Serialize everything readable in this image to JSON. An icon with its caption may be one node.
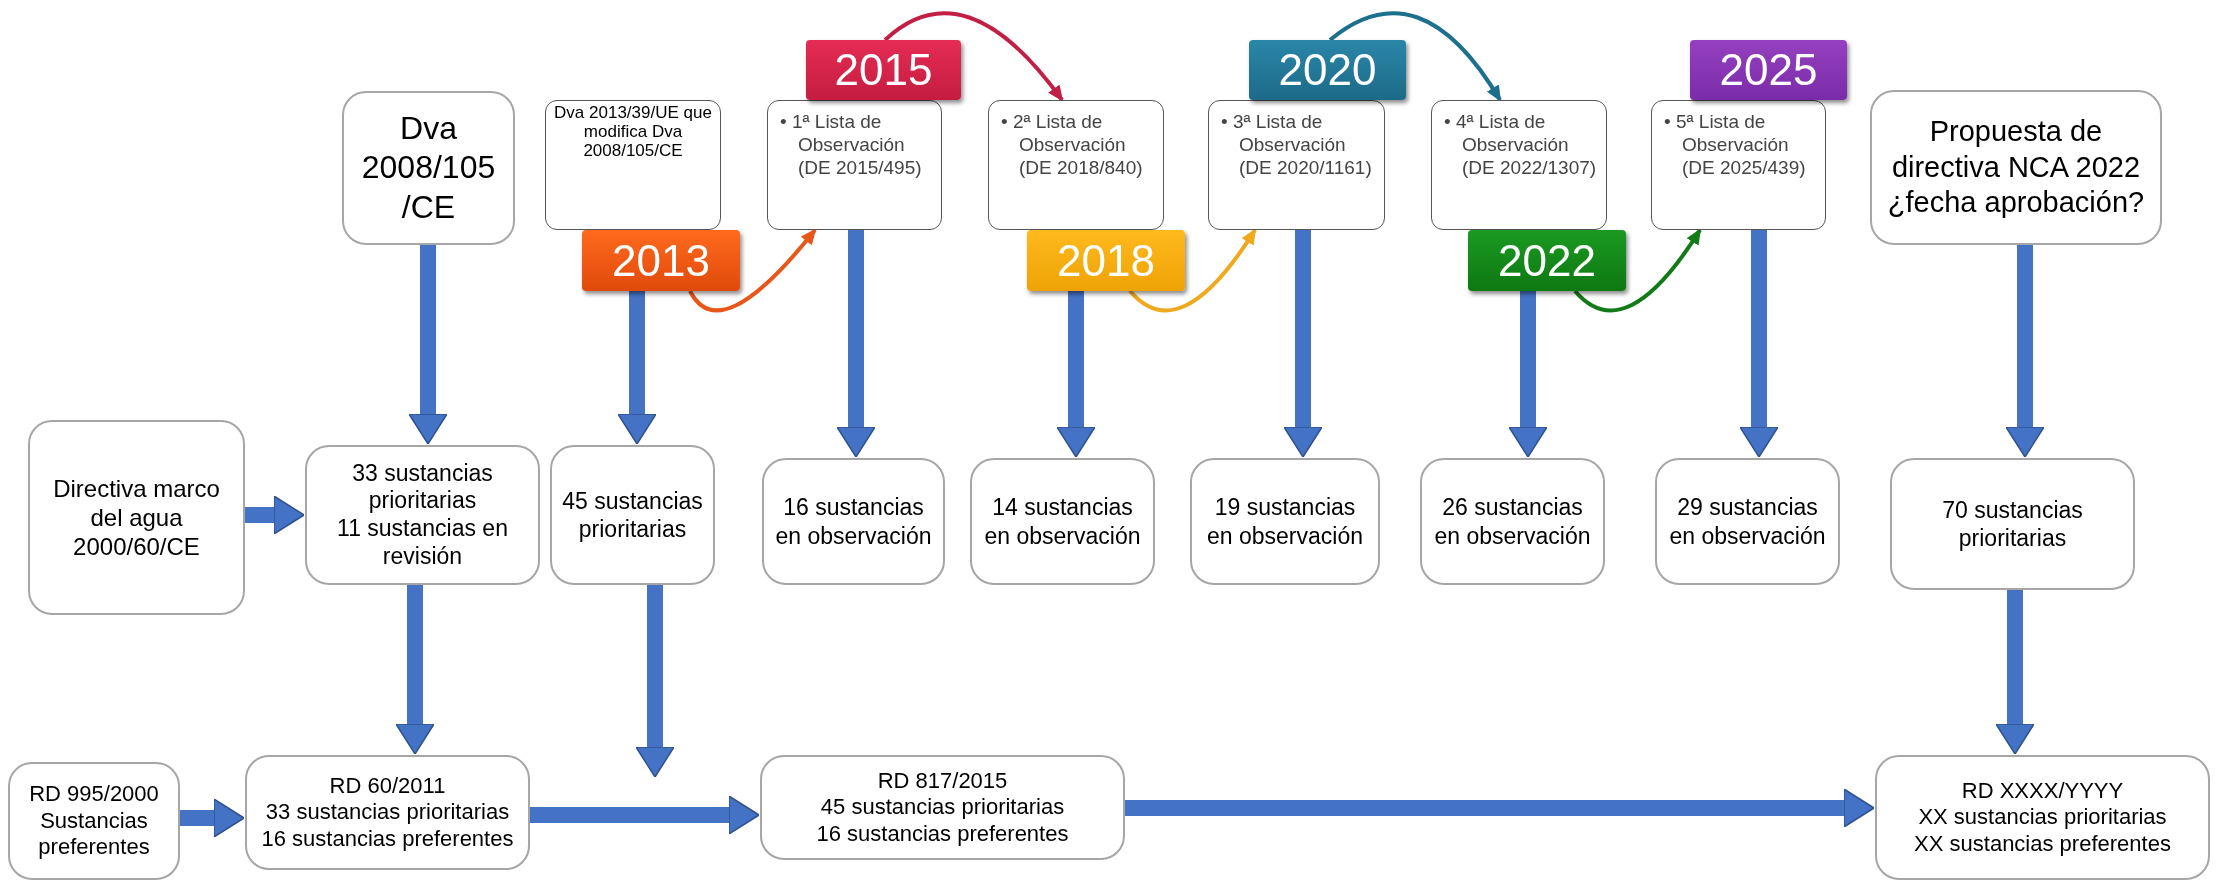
{
  "diagram": {
    "nodes": [
      {
        "text": [
          "Dva 2008/105 /CE"
        ]
      },
      {
        "text": [
          "Dva 2013/39/UE que modifica Dva 2008/105/CE"
        ]
      },
      {
        "text": [
          "2013"
        ]
      },
      {
        "text": [
          "• 1ª Lista de Observación (DE 2015/495)"
        ]
      },
      {
        "text": [
          "2015"
        ]
      },
      {
        "text": [
          "• 2ª Lista de Observación (DE 2018/840)"
        ]
      },
      {
        "text": [
          "2018"
        ]
      },
      {
        "text": [
          "• 3ª Lista de Observación (DE 2020/1161)"
        ]
      },
      {
        "text": [
          "2020"
        ]
      },
      {
        "text": [
          "• 4ª Lista de Observación (DE 2022/1307)"
        ]
      },
      {
        "text": [
          "2022"
        ]
      },
      {
        "text": [
          "• 5ª Lista de Observación (DE 2025/439)"
        ]
      },
      {
        "text": [
          "2025"
        ]
      },
      {
        "text": [
          "Propuesta de directiva NCA 2022 ¿fecha aprobación?"
        ]
      },
      {
        "text": [
          "Directiva marco del agua 2000/60/CE"
        ]
      },
      {
        "text": [
          "33 sustancias prioritarias",
          "11 sustancias en revisión"
        ]
      },
      {
        "text": [
          "45 sustancias prioritarias"
        ]
      },
      {
        "text": [
          "16 sustancias en observación"
        ]
      },
      {
        "text": [
          "14 sustancias en observación"
        ]
      },
      {
        "text": [
          "19 sustancias en observación"
        ]
      },
      {
        "text": [
          "26 sustancias en observación"
        ]
      },
      {
        "text": [
          "29 sustancias en observación"
        ]
      },
      {
        "text": [
          "70 sustancias prioritarias"
        ]
      },
      {
        "text": [
          "RD 995/2000",
          "Sustancias preferentes"
        ]
      },
      {
        "text": [
          "RD 60/2011",
          "33 sustancias prioritarias",
          "16 sustancias preferentes"
        ]
      },
      {
        "text": [
          "RD 817/2015",
          "45 sustancias prioritarias",
          "16 sustancias preferentes"
        ]
      },
      {
        "text": [
          "RD XXXX/YYYY",
          "XX sustancias prioritarias",
          "XX sustancias preferentes"
        ]
      }
    ],
    "edges": [
      {
        "from": 2,
        "to": 3,
        "arrow": "to",
        "color": "#e8561a"
      },
      {
        "from": 4,
        "to": 5,
        "arrow": "to",
        "color": "#c31f45"
      },
      {
        "from": 6,
        "to": 7,
        "arrow": "to",
        "color": "#f0a81c"
      },
      {
        "from": 8,
        "to": 9,
        "arrow": "to",
        "color": "#1d6f8e"
      },
      {
        "from": 10,
        "to": 11,
        "arrow": "to",
        "color": "#137a18"
      },
      {
        "from": 0,
        "to": 15,
        "arrow": "to"
      },
      {
        "from": 2,
        "to": 16,
        "arrow": "to"
      },
      {
        "from": 3,
        "to": 17,
        "arrow": "to"
      },
      {
        "from": 6,
        "to": 18,
        "arrow": "to"
      },
      {
        "from": 7,
        "to": 19,
        "arrow": "to"
      },
      {
        "from": 10,
        "to": 20,
        "arrow": "to"
      },
      {
        "from": 11,
        "to": 21,
        "arrow": "to"
      },
      {
        "from": 13,
        "to": 22,
        "arrow": "to"
      },
      {
        "from": 14,
        "to": 15,
        "arrow": "to"
      },
      {
        "from": 15,
        "to": 24,
        "arrow": "to"
      },
      {
        "from": 16,
        "to": null,
        "arrow": "to"
      },
      {
        "from": 22,
        "to": 26,
        "arrow": "to"
      },
      {
        "from": 23,
        "to": 24,
        "arrow": "to"
      },
      {
        "from": 24,
        "to": 25,
        "arrow": "to"
      },
      {
        "from": 25,
        "to": 26,
        "arrow": "to"
      }
    ]
  }
}
